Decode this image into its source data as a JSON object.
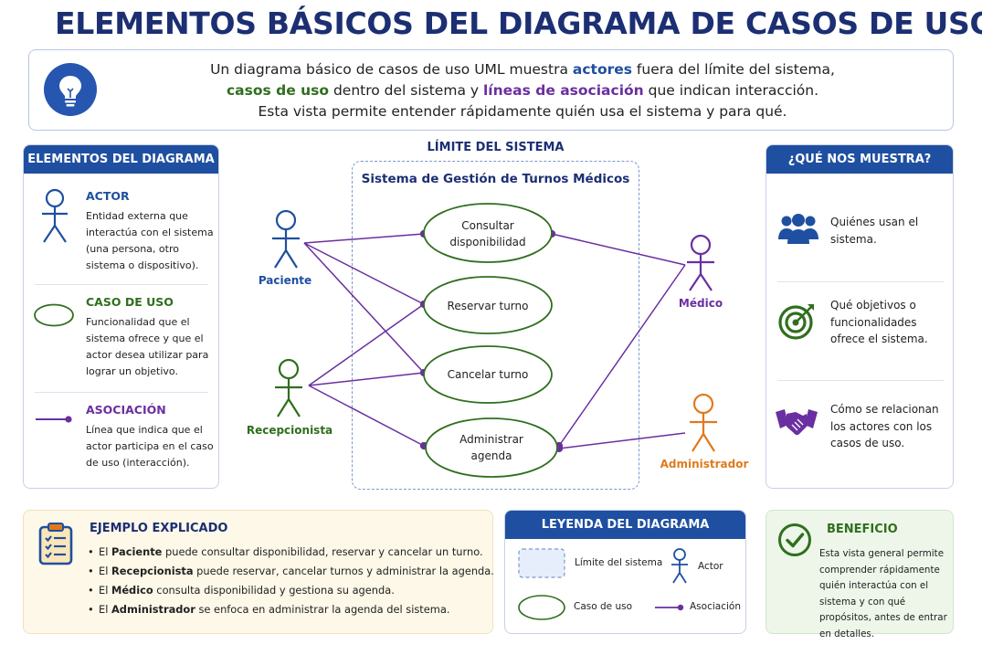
{
  "title": "ELEMENTOS BÁSICOS DEL DIAGRAMA DE CASOS DE USO",
  "intro": {
    "l1_a": "Un diagrama básico de casos de uso UML muestra ",
    "l1_b": "actores",
    "l1_c": " fuera del límite del sistema,",
    "l2_a": "casos de uso",
    "l2_b": " dentro del sistema y ",
    "l2_c": "líneas de asociación",
    "l2_d": " que indican interacción.",
    "l3": "Esta vista permite entender rápidamente quién usa el sistema y para qué."
  },
  "elements": {
    "header": "ELEMENTOS DEL DIAGRAMA",
    "items": [
      {
        "name": "ACTOR",
        "desc": "Entidad externa que interactúa con el sistema (una persona, otro sistema o dispositivo).",
        "color": "#1f4fa0"
      },
      {
        "name": "CASO DE USO",
        "desc": "Funcionalidad que el sistema ofrece y que el actor desea utilizar para lograr un objetivo.",
        "color": "#2f6f1e"
      },
      {
        "name": "ASOCIACIÓN",
        "desc": "Línea que indica que el actor participa en el caso de uso (interacción).",
        "color": "#6a2fa0"
      }
    ]
  },
  "diagram": {
    "boundary_label": "LÍMITE DEL SISTEMA",
    "system_name": "Sistema de Gestión de Turnos Médicos",
    "use_cases": [
      {
        "l1": "Consultar",
        "l2": "disponibilidad"
      },
      {
        "l1": "Reservar turno",
        "l2": ""
      },
      {
        "l1": "Cancelar turno",
        "l2": ""
      },
      {
        "l1": "Administrar",
        "l2": "agenda"
      }
    ],
    "actors": {
      "paciente": "Paciente",
      "recepcionista": "Recepcionista",
      "medico": "Médico",
      "administrador": "Administrador"
    }
  },
  "shows": {
    "header": "¿QUÉ NOS MUESTRA?",
    "items": [
      {
        "text": "Quiénes usan el sistema.",
        "icon": "users-icon"
      },
      {
        "text": "Qué objetivos o funcionalidades ofrece el sistema.",
        "icon": "target-icon"
      },
      {
        "text": "Cómo se relacionan los actores con los casos de uso.",
        "icon": "handshake-icon"
      }
    ]
  },
  "example": {
    "title": "EJEMPLO EXPLICADO",
    "items": [
      {
        "pre": "El ",
        "actor": "Paciente",
        "post": " puede consultar disponibilidad, reservar y cancelar un turno."
      },
      {
        "pre": "El ",
        "actor": "Recepcionista",
        "post": " puede reservar, cancelar turnos y administrar la agenda."
      },
      {
        "pre": "El ",
        "actor": "Médico",
        "post": " consulta disponibilidad y gestiona su agenda."
      },
      {
        "pre": "El ",
        "actor": "Administrador",
        "post": " se enfoca en administrar la agenda del sistema."
      }
    ]
  },
  "legend": {
    "header": "LEYENDA DEL DIAGRAMA",
    "boundary": "Límite del sistema",
    "actor": "Actor",
    "use_case": "Caso de uso",
    "association": "Asociación"
  },
  "benefit": {
    "title": "BENEFICIO",
    "text": "Esta vista general permite comprender rápidamente quién interactúa con el sistema y con qué propósitos, antes de entrar en detalles."
  },
  "colors": {
    "navy": "#1c2f73",
    "blue": "#1f4fa0",
    "green": "#2f6f1e",
    "purple": "#6a2fa0",
    "orange": "#e07a1c"
  }
}
